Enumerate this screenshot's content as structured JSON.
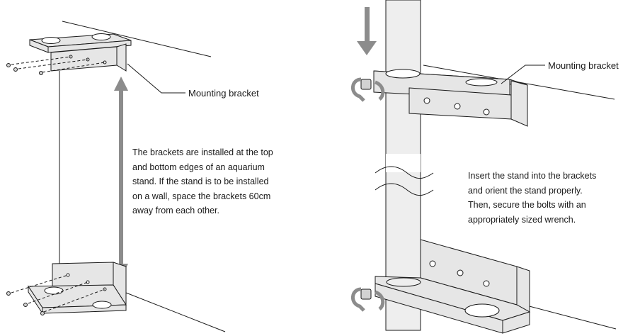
{
  "left_panel": {
    "bracket_label": "Mounting bracket",
    "description_lines": [
      "The brackets are installed at the top",
      "and bottom edges of an aquarium",
      "stand. If the stand is to be installed",
      "on a wall, space the brackets 60cm",
      "away from each other."
    ]
  },
  "right_panel": {
    "bracket_label": "Mounting bracket",
    "description_lines": [
      "Insert the stand into the brackets",
      "and orient the stand properly.",
      "Then, secure the bolts with an",
      "appropriately sized wrench."
    ]
  },
  "colors": {
    "arrow": "#8c8c8c",
    "bracket": "#e6e6e6",
    "outline": "#1a1a1a"
  }
}
